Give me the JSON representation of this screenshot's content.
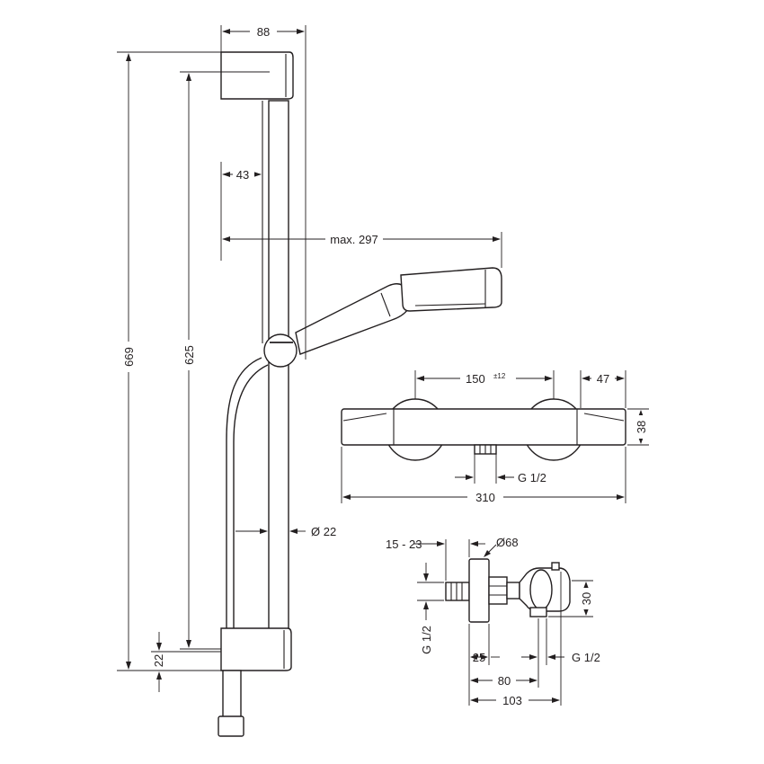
{
  "shower_rail_dims": {
    "width_top": "88",
    "height_total": "669",
    "height_rail": "625",
    "offset_43": "43",
    "reach": "max. 297",
    "rail_diameter": "Ø 22",
    "bottom_22": "22"
  },
  "mixer_front_dims": {
    "center_distance": "150",
    "center_tolerance": "±12",
    "handle_width": "47",
    "height": "38",
    "outlet_thread": "G 1/2",
    "total_width": "310"
  },
  "mixer_side_dims": {
    "connector_range": "15 - 23",
    "rosette_diameter": "Ø68",
    "inlet_thread_left": "G 1/2",
    "dim_25": "25",
    "dim_80": "80",
    "dim_103": "103",
    "dim_30": "30",
    "outlet_thread_right": "G 1/2"
  }
}
